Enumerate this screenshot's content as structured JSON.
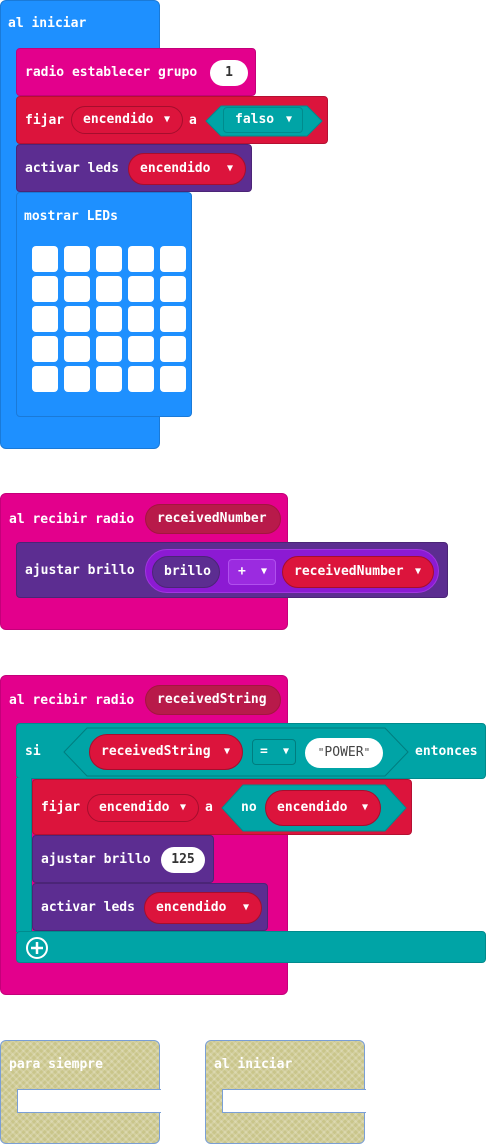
{
  "on_start": {
    "hat_label": "al iniciar",
    "radio_set_group": {
      "label": "radio establecer grupo",
      "value": "1"
    },
    "set_var": {
      "label": "fijar",
      "var": "encendido",
      "to_label": "a",
      "value": "falso"
    },
    "activate_leds": {
      "label": "activar leds",
      "var": "encendido"
    },
    "show_leds": {
      "label": "mostrar LEDs",
      "rows": 5,
      "cols": 5
    }
  },
  "on_received_number": {
    "hat_label": "al recibir radio",
    "param": "receivedNumber",
    "set_brightness": {
      "label": "ajustar brillo",
      "left": "brillo",
      "op": "+",
      "right": "receivedNumber"
    }
  },
  "on_received_string": {
    "hat_label": "al recibir radio",
    "param": "receivedString",
    "if_block": {
      "if_label": "si",
      "left": "receivedString",
      "op": "=",
      "string_value": "POWER",
      "then_label": "entonces"
    },
    "set_var": {
      "label": "fijar",
      "var": "encendido",
      "to_label": "a",
      "not_label": "no",
      "not_var": "encendido"
    },
    "set_brightness": {
      "label": "ajustar brillo",
      "value": "125"
    },
    "activate_leds": {
      "label": "activar leds",
      "var": "encendido"
    }
  },
  "ghost_blocks": [
    {
      "label": "para siempre"
    },
    {
      "label": "al iniciar"
    }
  ],
  "colors": {
    "event_blue": "#1e90ff",
    "radio_pink": "#e3008c",
    "variables_red": "#dc143c",
    "led_purple": "#5c2d91",
    "logic_teal": "#00a4a6",
    "ghost_khaki": "#c9c58a"
  }
}
